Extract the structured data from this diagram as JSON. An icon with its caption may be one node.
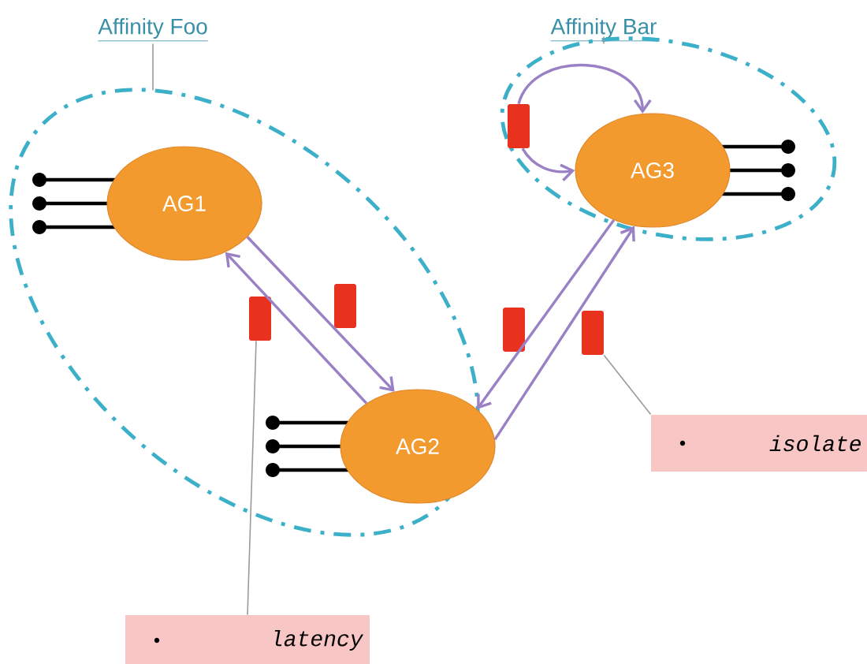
{
  "diagram": {
    "nodes": [
      {
        "text": [
          "Affinity Foo"
        ]
      },
      {
        "text": [],
        "shape": "ellipse"
      },
      {
        "text": [
          "Affinity Bar"
        ]
      },
      {
        "text": [],
        "shape": "ellipse"
      },
      {
        "text": [
          "AG1"
        ],
        "in": 1
      },
      {
        "text": [
          "AG2"
        ]
      },
      {
        "text": [
          "AG3"
        ],
        "in": 3
      },
      {
        "text": [],
        "shape": "box",
        "in": 1
      },
      {
        "text": [],
        "shape": "box",
        "in": 1
      },
      {
        "text": [],
        "shape": "box"
      },
      {
        "text": [],
        "shape": "box"
      },
      {
        "text": [],
        "shape": "box",
        "in": 3
      },
      {
        "text": [
          "latency"
        ]
      },
      {
        "text": [
          "isolate"
        ]
      }
    ],
    "edges": [
      {
        "from": 5,
        "to": 4,
        "arrow": "to"
      },
      {
        "from": 4,
        "to": 5,
        "arrow": "to"
      },
      {
        "from": 6,
        "to": 5,
        "arrow": "to"
      },
      {
        "from": 5,
        "to": 6,
        "arrow": "to"
      },
      {
        "from": 11,
        "to": 6,
        "arrow": "to"
      },
      {
        "from": 11,
        "to": 6,
        "arrow": "to"
      },
      {
        "from": 0,
        "to": 1,
        "arrow": "none",
        "color": "#9a9a9a"
      },
      {
        "from": 2,
        "to": 3,
        "arrow": "none",
        "color": "#9a9a9a"
      },
      {
        "from": 12,
        "to": 7,
        "arrow": "none",
        "color": "#9a9a9a"
      },
      {
        "from": 13,
        "to": 10,
        "arrow": "none",
        "color": "#9a9a9a"
      }
    ]
  }
}
